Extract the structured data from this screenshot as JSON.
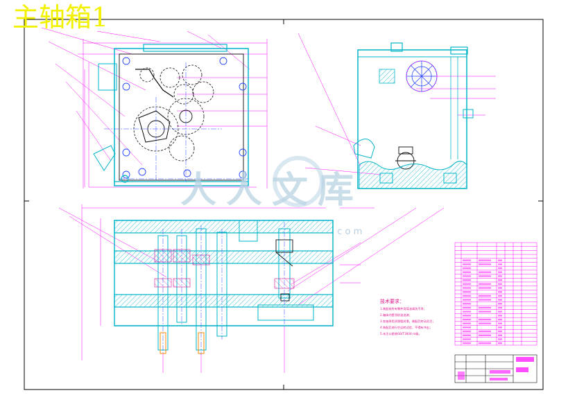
{
  "drawing": {
    "title": "主轴箱1",
    "watermark": {
      "text": "人人文库",
      "suffix": ". c o m"
    },
    "tech_requirements": {
      "heading": "技术要求：",
      "lines": [
        "1.装配前所有零件用煤油清洗干净；",
        "2.箱体内壁涂耐油油漆；",
        "3.各轴承用润滑脂润滑，装配后转动灵活；",
        "4.装配后进行空运转试验，不得有冲击；",
        "5.未注公差按GB/T1804-m级。"
      ]
    },
    "colors": {
      "frame": "#000000",
      "outline": "#0a0a0a",
      "body": "#00b4c8",
      "dims": "#ff00ff",
      "center": "#2244ff",
      "hatch": "#00b4c8",
      "title": "#f2f200",
      "watermark": "#b9d3e4"
    }
  }
}
